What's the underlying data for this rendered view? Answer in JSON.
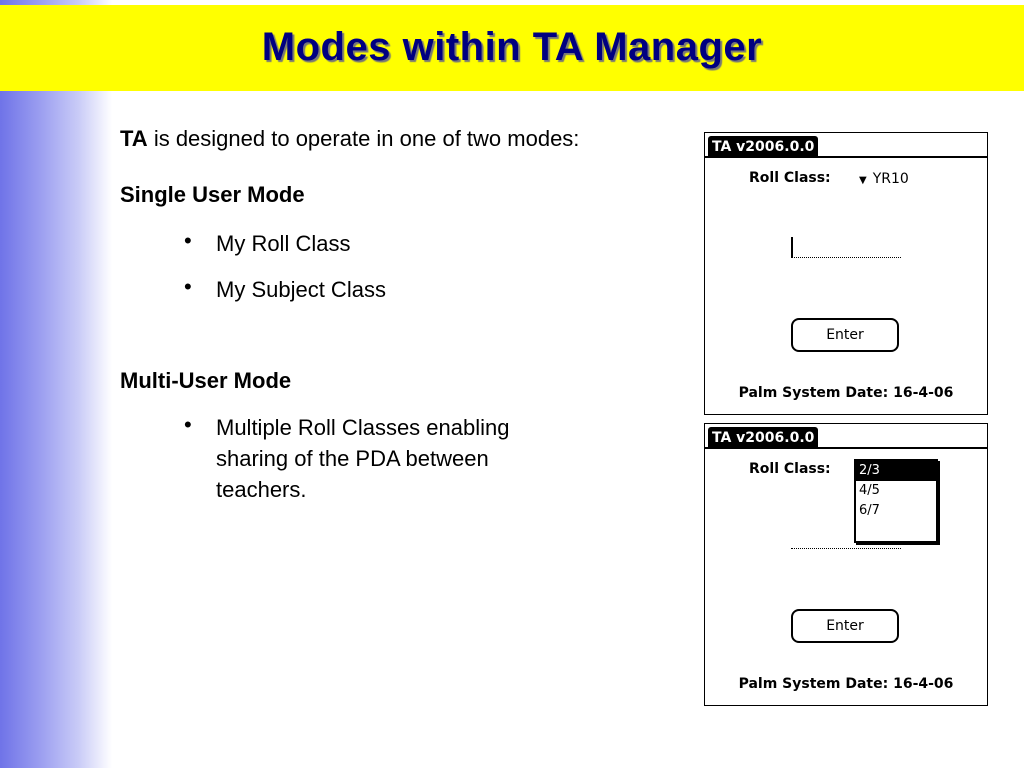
{
  "slide": {
    "title": "Modes within TA Manager",
    "intro_bold": "TA",
    "intro_rest": " is designed to operate in one of two modes:",
    "single_heading": "Single User Mode",
    "single_items": [
      "My Roll Class",
      "My Subject Class"
    ],
    "multi_heading": "Multi-User Mode",
    "multi_items": [
      "Multiple Roll Classes enabling sharing of the PDA between teachers."
    ],
    "bullet": "•"
  },
  "palm_top": {
    "title": "TA v2006.0.0",
    "roll_class_label": "Roll Class:",
    "roll_class_value": "YR10",
    "enter_label": "Enter",
    "date_text": "Palm System Date: 16-4-06"
  },
  "palm_bottom": {
    "title": "TA v2006.0.0",
    "roll_class_label": "Roll Class:",
    "options": [
      "2/3",
      "4/5",
      "6/7"
    ],
    "selected": "2/3",
    "enter_label": "Enter",
    "date_text": "Palm System Date: 16-4-06"
  },
  "colors": {
    "title_bar": "#ffff00",
    "title_text": "#000080",
    "gradient_start": "#6f73e8"
  },
  "icons": {
    "dropdown": "triangle-down-icon"
  }
}
